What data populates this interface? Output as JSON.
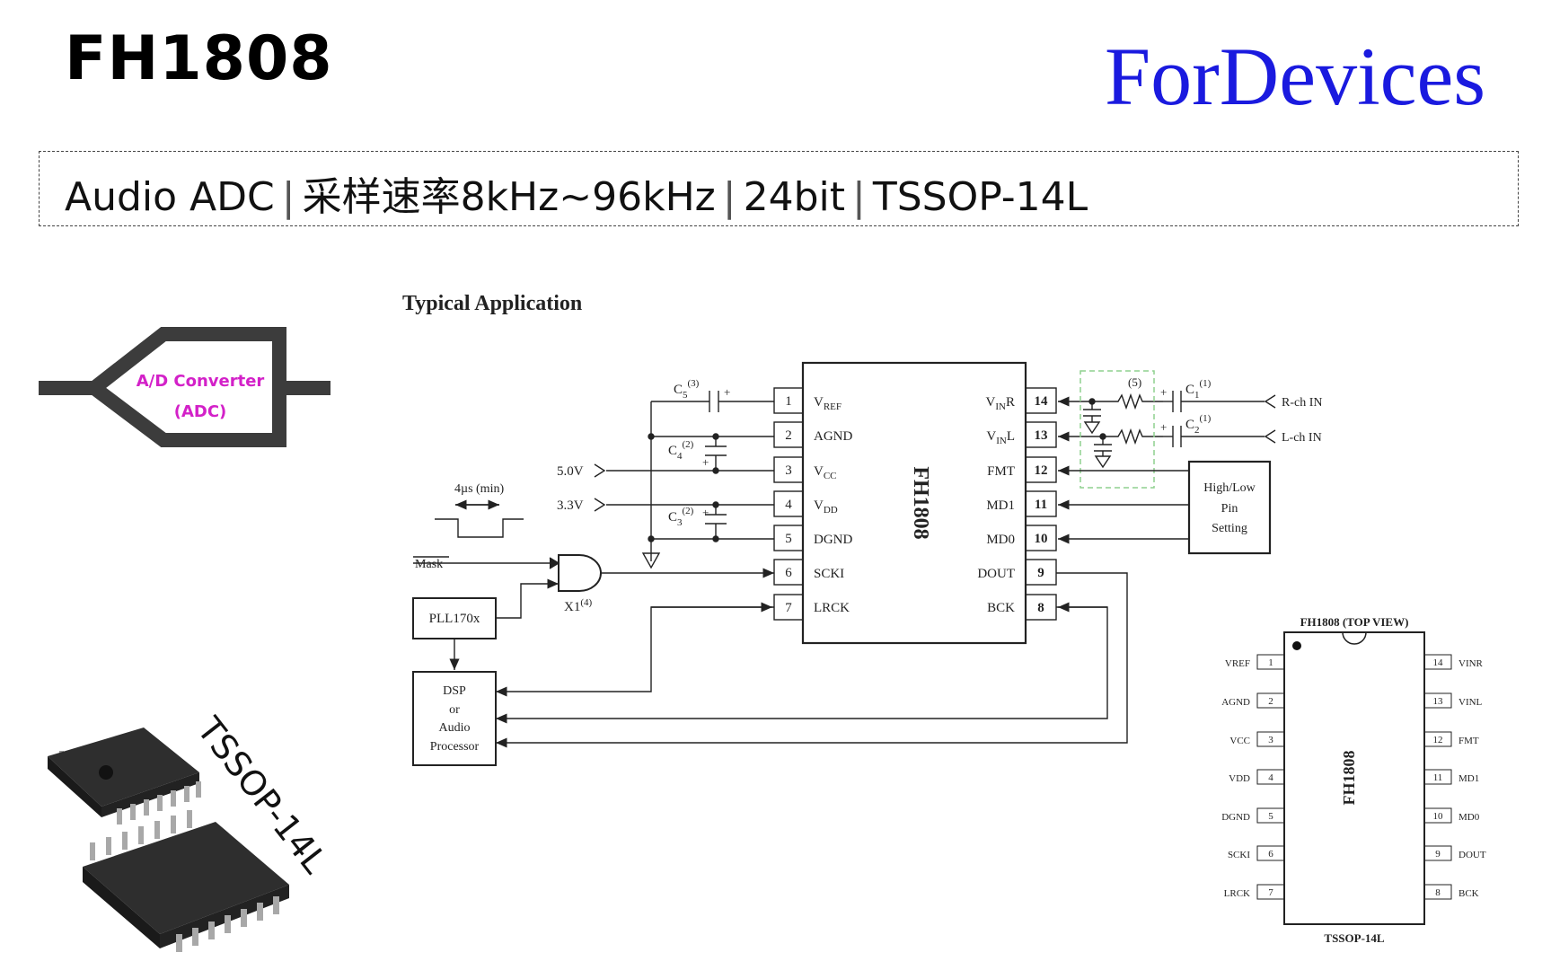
{
  "header": {
    "title": "FH1808",
    "brand": "ForDevices"
  },
  "specs": {
    "items": [
      "Audio ADC",
      "采样速率8kHz~96kHz",
      "24bit",
      "TSSOP-14L"
    ]
  },
  "adc_symbol": {
    "line1": "A/D Converter",
    "line2": "(ADC)"
  },
  "package_photo": {
    "label": "TSSOP-14L"
  },
  "typical_application": {
    "heading": "Typical Application",
    "chip_name": "FH1808",
    "left_pins": [
      {
        "num": "1",
        "main": "V",
        "sub": "REF"
      },
      {
        "num": "2",
        "main": "AGND",
        "sub": ""
      },
      {
        "num": "3",
        "main": "V",
        "sub": "CC"
      },
      {
        "num": "4",
        "main": "V",
        "sub": "DD"
      },
      {
        "num": "5",
        "main": "DGND",
        "sub": ""
      },
      {
        "num": "6",
        "main": "SCKI",
        "sub": ""
      },
      {
        "num": "7",
        "main": "LRCK",
        "sub": ""
      }
    ],
    "right_pins": [
      {
        "num": "14",
        "main": "V",
        "sub": "IN",
        "suffix": "R"
      },
      {
        "num": "13",
        "main": "V",
        "sub": "IN",
        "suffix": "L"
      },
      {
        "num": "12",
        "main": "FMT",
        "sub": "",
        "suffix": ""
      },
      {
        "num": "11",
        "main": "MD1",
        "sub": "",
        "suffix": ""
      },
      {
        "num": "10",
        "main": "MD0",
        "sub": "",
        "suffix": ""
      },
      {
        "num": "9",
        "main": "DOUT",
        "sub": "",
        "suffix": ""
      },
      {
        "num": "8",
        "main": "BCK",
        "sub": "",
        "suffix": ""
      }
    ],
    "caps": {
      "c5": "C",
      "c5_sub": "5",
      "c5_sup": "(3)",
      "c4": "C",
      "c4_sub": "4",
      "c4_sup": "(2)",
      "c3": "C",
      "c3_sub": "3",
      "c3_sup": "(2)",
      "c1": "C",
      "c1_sub": "1",
      "c1_sup": "(1)",
      "c2": "C",
      "c2_sub": "2",
      "c2_sup": "(1)",
      "note5": "(5)",
      "plus": "+"
    },
    "supplies": {
      "v50": "5.0V",
      "v33": "3.3V"
    },
    "pulse_label": "4µs (min)",
    "mask_label": "Mask",
    "pll_label": "PLL170x",
    "gate_label": "X1",
    "gate_sup": "(4)",
    "dsp_lines": [
      "DSP",
      "or",
      "Audio",
      "Processor"
    ],
    "setting_lines": [
      "High/Low",
      "Pin",
      "Setting"
    ],
    "inputs": {
      "r": "R-ch IN",
      "l": "L-ch IN"
    }
  },
  "top_view": {
    "title": "FH1808 (TOP VIEW)",
    "chip_name": "FH1808",
    "package": "TSSOP-14L",
    "left_pins": [
      {
        "name": "VREF",
        "num": "1"
      },
      {
        "name": "AGND",
        "num": "2"
      },
      {
        "name": "VCC",
        "num": "3"
      },
      {
        "name": "VDD",
        "num": "4"
      },
      {
        "name": "DGND",
        "num": "5"
      },
      {
        "name": "SCKI",
        "num": "6"
      },
      {
        "name": "LRCK",
        "num": "7"
      }
    ],
    "right_pins": [
      {
        "name": "VINR",
        "num": "14"
      },
      {
        "name": "VINL",
        "num": "13"
      },
      {
        "name": "FMT",
        "num": "12"
      },
      {
        "name": "MD1",
        "num": "11"
      },
      {
        "name": "MD0",
        "num": "10"
      },
      {
        "name": "DOUT",
        "num": "9"
      },
      {
        "name": "BCK",
        "num": "8"
      }
    ]
  },
  "colors": {
    "brand": "#1a1adf",
    "adc_text": "#d321c8",
    "adc_symbol": "#3c3c3c",
    "dashed_group": "#8fd18f"
  }
}
